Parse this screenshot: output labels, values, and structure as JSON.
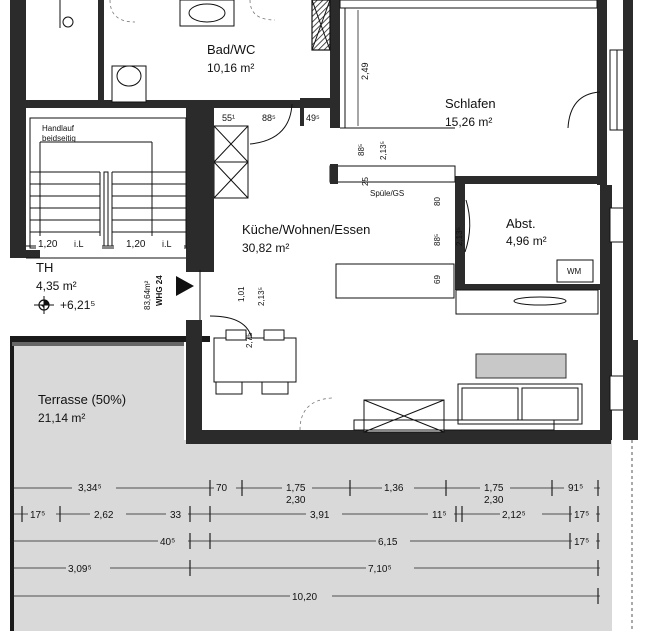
{
  "rooms": {
    "bad": {
      "name": "Bad/WC",
      "area": "10,16 m²"
    },
    "schlafen": {
      "name": "Schlafen",
      "area": "15,26 m²"
    },
    "kueche": {
      "name": "Küche/Wohnen/Essen",
      "area": "30,82 m²"
    },
    "abst": {
      "name": "Abst.",
      "area": "4,96 m²"
    },
    "th": {
      "name": "TH",
      "area": "4,35 m²",
      "level": "+6,21⁵"
    },
    "terrasse": {
      "name": "Terrasse (50%)",
      "area": "21,14 m²"
    }
  },
  "labels": {
    "handlauf_1": "Handlauf",
    "handlauf_2": "beidseitig",
    "spuele": "Spüle/GS",
    "wm": "WM",
    "whg_1": "83,64m²",
    "whg_2": "WHG 24"
  },
  "small_dims": {
    "d249": "2,49",
    "d55": "55¹",
    "d88": "88⁵",
    "d49": "49⁵",
    "d88b": "88⁵",
    "d2135a": "2,13⁵",
    "d25": "25",
    "d80": "80",
    "d88c": "88⁵",
    "d2135b": "2,13⁵",
    "d69": "69",
    "d101": "1,01",
    "d2135c": "2,13⁵",
    "d120a": "1,20",
    "il_a": "i.L",
    "d120b": "1,20",
    "il_b": "i.L",
    "d275": "2,75"
  },
  "dim_rows": {
    "row1": [
      "3,34⁵",
      "70",
      "1,75",
      "1,36",
      "1,75",
      "91⁵"
    ],
    "row1b": [
      "2,30",
      "2,30"
    ],
    "row2": [
      "17⁵",
      "2,62",
      "33",
      "3,91",
      "11⁵",
      "2,12⁵",
      "17⁵"
    ],
    "row3": [
      "40⁵",
      "6,15",
      "17⁵"
    ],
    "row4": [
      "3,09⁵",
      "7,10⁵"
    ],
    "row5": [
      "10,20"
    ]
  }
}
